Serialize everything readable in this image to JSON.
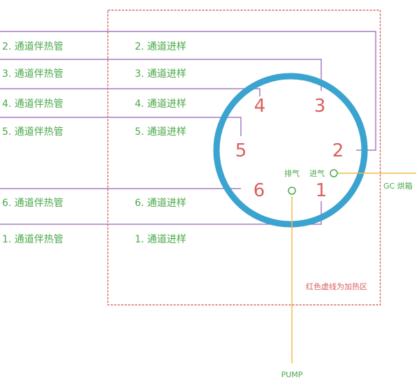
{
  "colors": {
    "pipe": "#a57cc0",
    "ring": "#3aa3cf",
    "port": "#d9605e",
    "text": "#4aa84a",
    "yellow": "#f2bc46",
    "zone": "#cf4b4b"
  },
  "channels": [
    {
      "heat": "2. 通道伴热管",
      "sample": "2. 通道进样"
    },
    {
      "heat": "3. 通道伴热管",
      "sample": "3. 通道进样"
    },
    {
      "heat": "4. 通道伴热管",
      "sample": "4. 通道进样"
    },
    {
      "heat": "5. 通道伴热管",
      "sample": "5. 通道进样"
    },
    {
      "heat": "6. 通道伴热管",
      "sample": "6. 通道进样"
    },
    {
      "heat": "1. 通道伴热管",
      "sample": "1. 通道进样"
    }
  ],
  "ports": [
    "1",
    "2",
    "3",
    "4",
    "5",
    "6"
  ],
  "exhaust": "排气",
  "inlet": "进气",
  "gc_oven": "GC 烘箱",
  "pump": "PUMP",
  "zone_note": "红色虚线为加热区"
}
